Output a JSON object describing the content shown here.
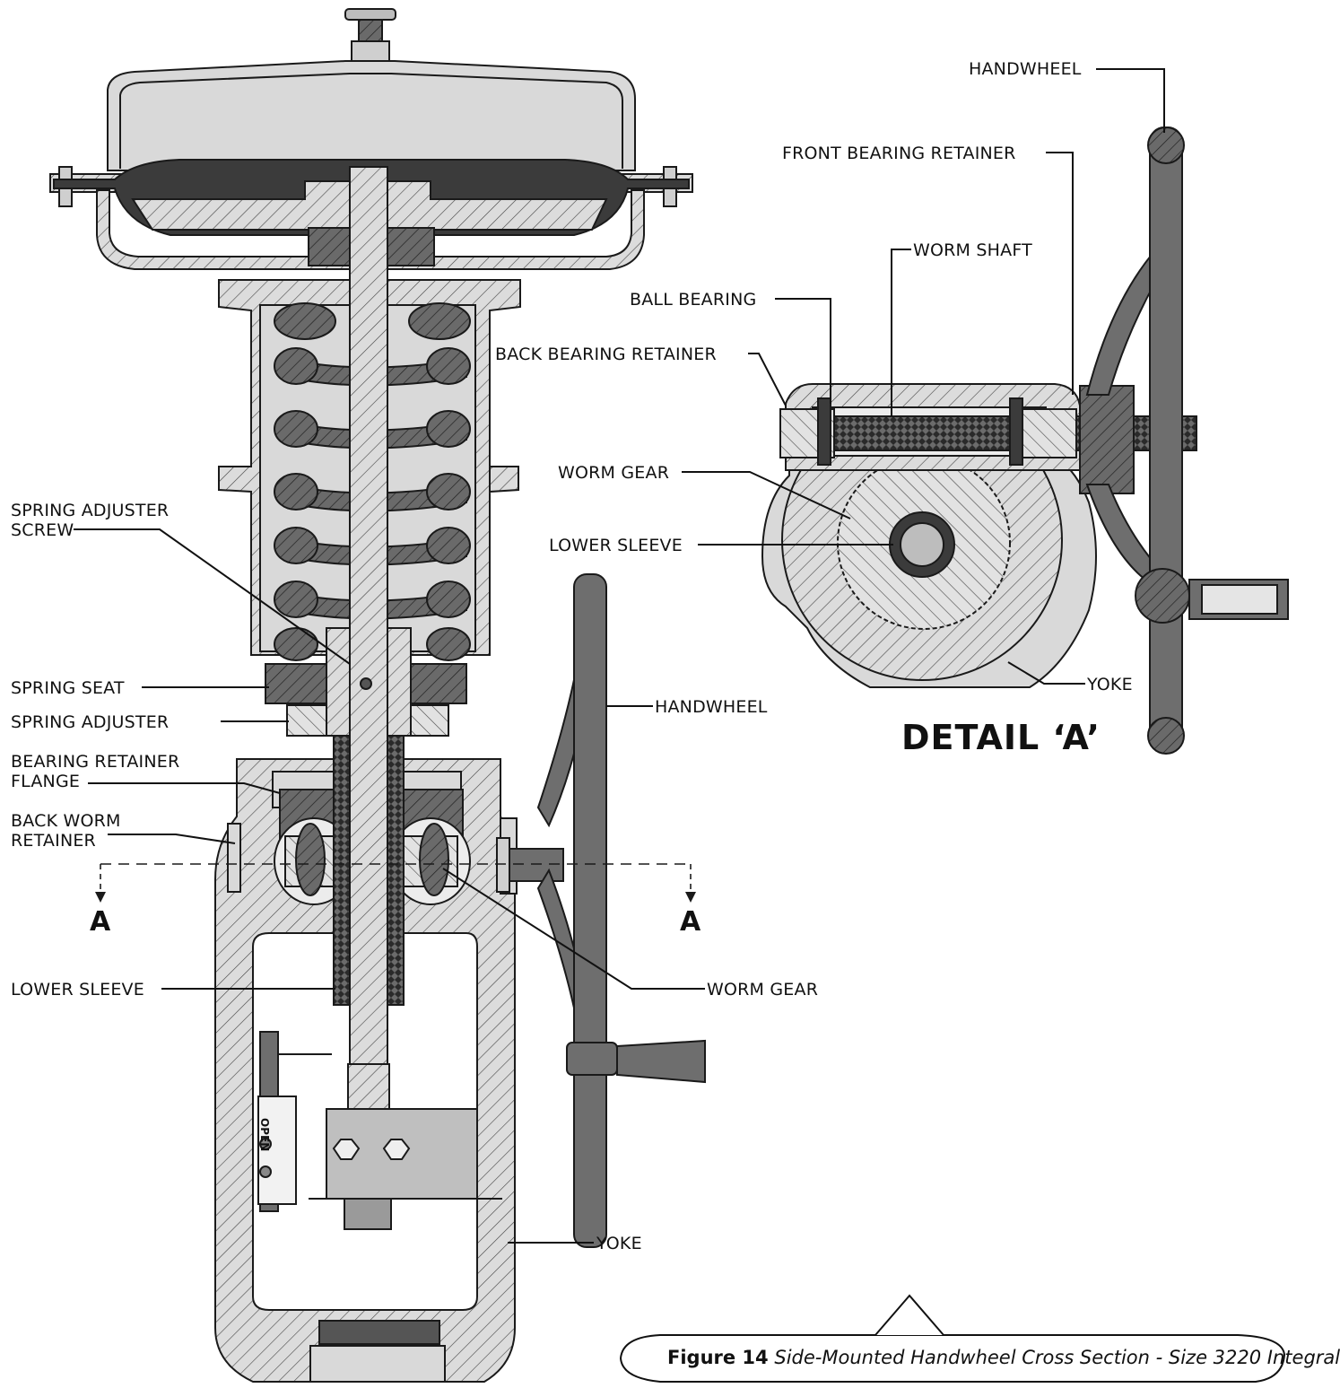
{
  "colors": {
    "background": "#ffffff",
    "body_fill": "#d9d9d9",
    "dark_part": "#5c5c5c",
    "diaphragm": "#3a3a3a",
    "handwheel": "#6e6e6e",
    "outline": "#1a1a1a"
  },
  "main_view_labels": {
    "spring_adjuster_screw": "SPRING ADJUSTER\nSCREW",
    "spring_seat": "SPRING SEAT",
    "spring_adjuster": "SPRING ADJUSTER",
    "bearing_retainer_flange": "BEARING RETAINER\nFLANGE",
    "back_worm_retainer": "BACK WORM\nRETAINER",
    "lower_sleeve": "LOWER SLEEVE",
    "handwheel": "HANDWHEEL",
    "worm_gear": "WORM GEAR",
    "yoke": "YOKE"
  },
  "section_markers": {
    "left": "A",
    "right": "A"
  },
  "detail_labels": {
    "handwheel": "HANDWHEEL",
    "front_bearing_retainer": "FRONT BEARING RETAINER",
    "worm_shaft": "WORM SHAFT",
    "ball_bearing": "BALL BEARING",
    "back_bearing_retainer": "BACK BEARING RETAINER",
    "worm_gear": "WORM GEAR",
    "lower_sleeve": "LOWER SLEEVE",
    "yoke": "YOKE"
  },
  "detail_title": "DETAIL ‘A’",
  "indicator_text": "OPEN",
  "caption": {
    "number": "Figure 14",
    "text": "Side-Mounted Handwheel Cross Section - Size 3220 Integral"
  }
}
